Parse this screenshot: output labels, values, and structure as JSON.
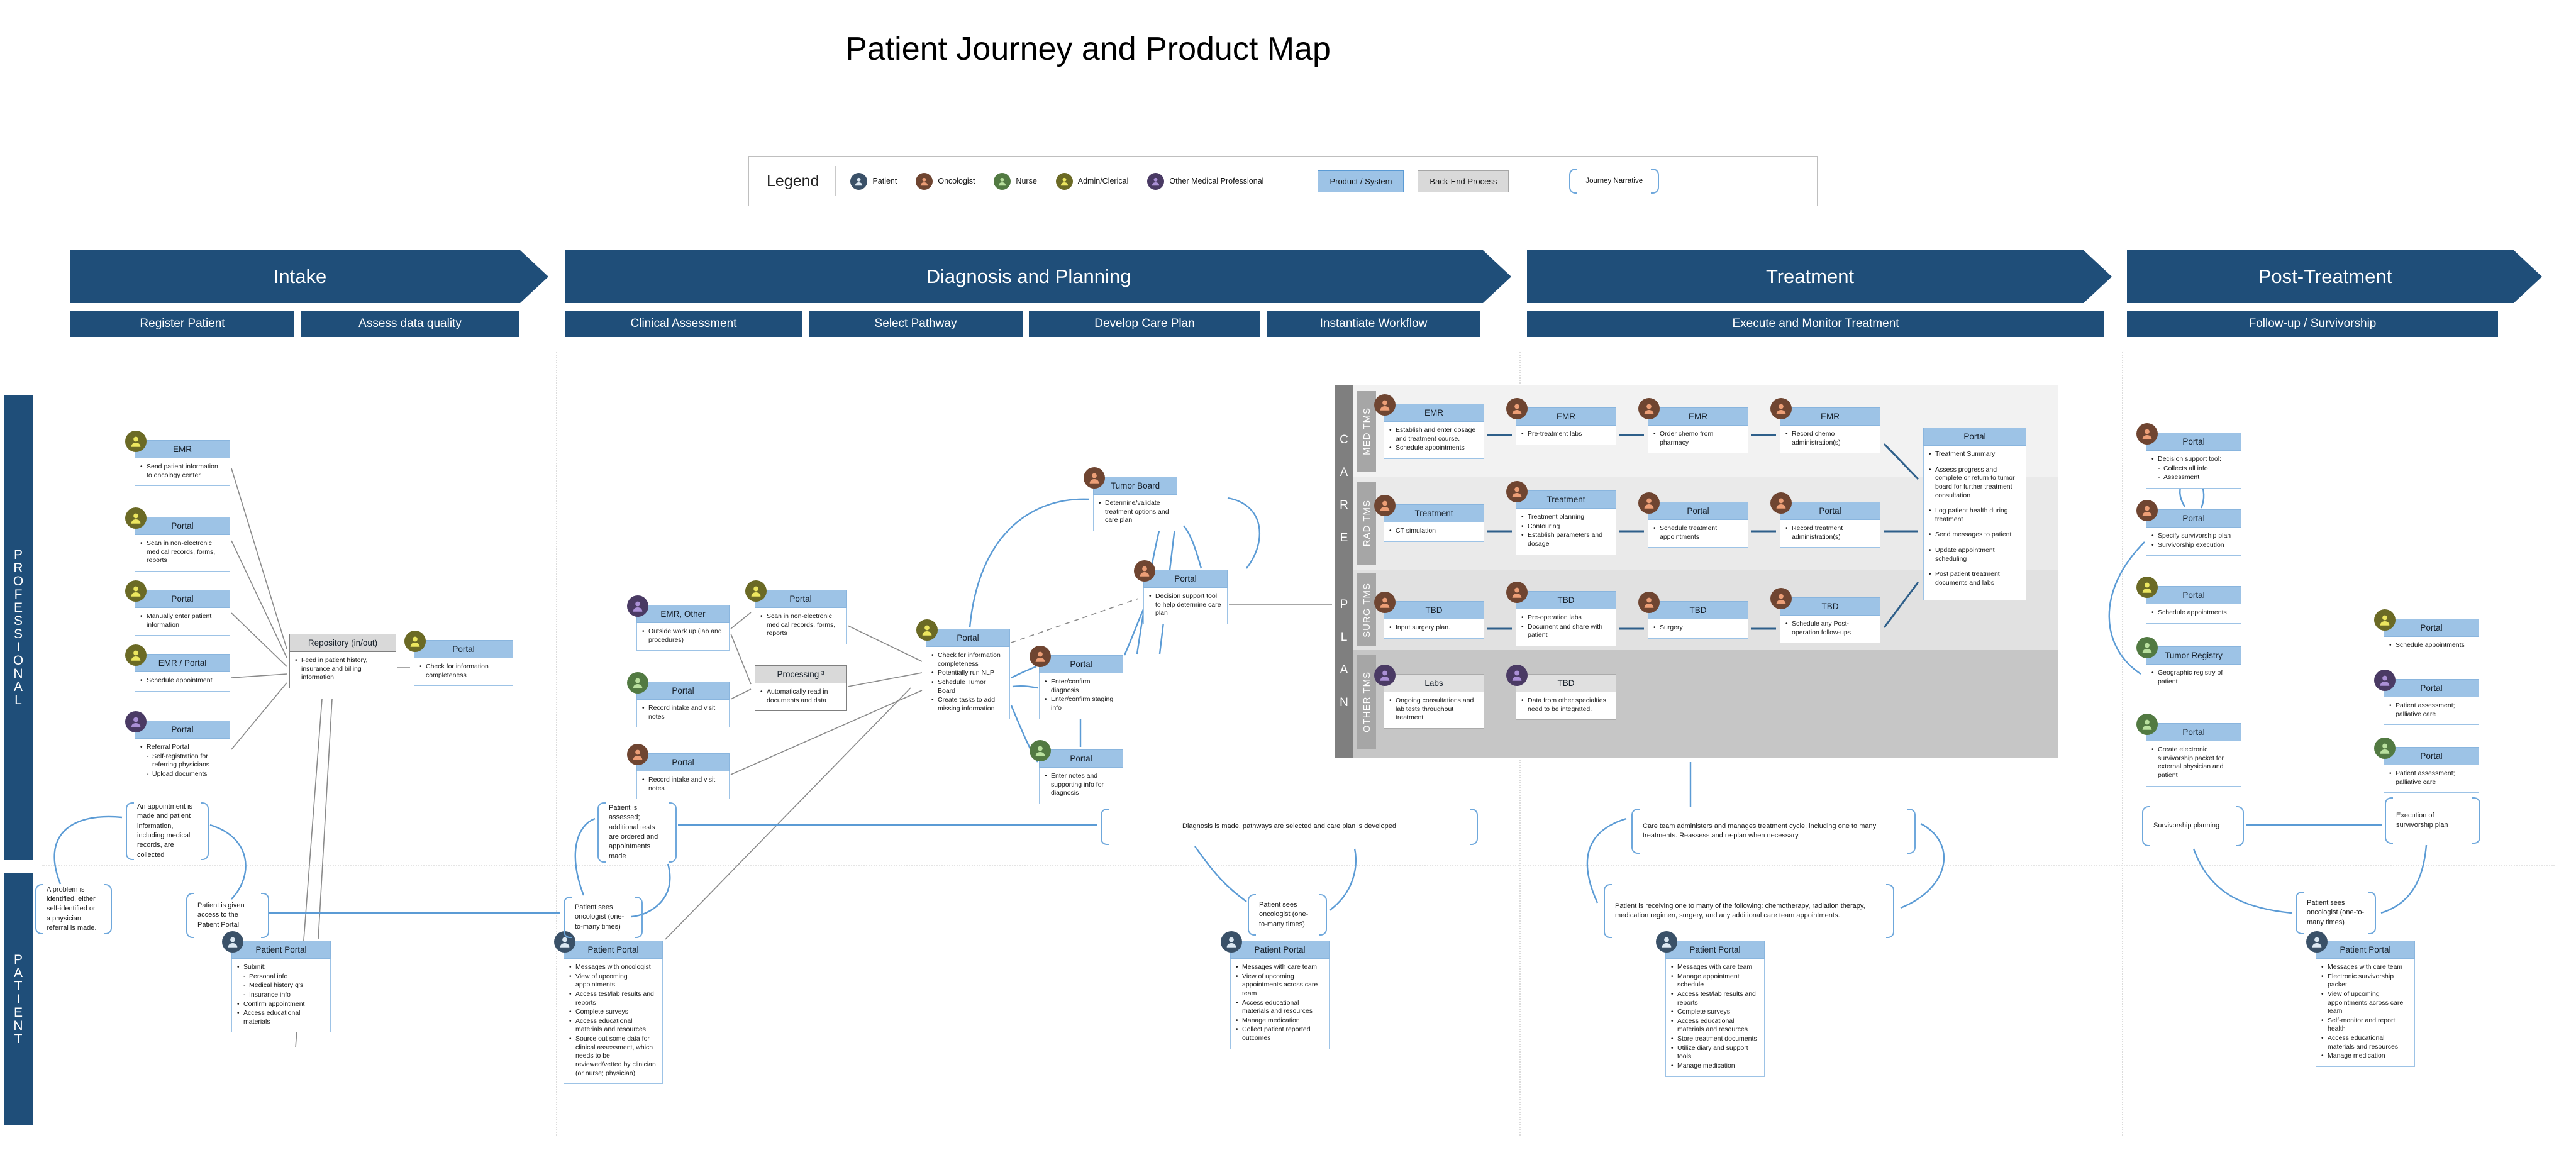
{
  "title": "Patient Journey and Product Map",
  "colors": {
    "phase_blue": "#1F4E79",
    "product_blue": "#9DC3E6",
    "backend_gray": "#D9D9D9",
    "narrative_blue": "#5B9BD5"
  },
  "personas": {
    "patient": {
      "label": "Patient",
      "circle": "#3a5168",
      "figure": "#dce8f2"
    },
    "oncologist": {
      "label": "Oncologist",
      "circle": "#6f4531",
      "figure": "#ec9e76"
    },
    "nurse": {
      "label": "Nurse",
      "circle": "#527a42",
      "figure": "#b9e09e"
    },
    "admin": {
      "label": "Admin/Clerical",
      "circle": "#6b6a25",
      "figure": "#ece65f"
    },
    "other": {
      "label": "Other Medical Professional",
      "circle": "#4a3a64",
      "figure": "#ab90d6"
    }
  },
  "legend": {
    "label": "Legend",
    "items": [
      "patient",
      "oncologist",
      "nurse",
      "admin",
      "other"
    ],
    "product_label": "Product / System",
    "backend_label": "Back-End Process",
    "narrative_label": "Journey Narrative"
  },
  "phases": [
    {
      "label": "Intake",
      "subs": [
        "Register Patient",
        "Assess data quality"
      ]
    },
    {
      "label": "Diagnosis and Planning",
      "subs": [
        "Clinical Assessment",
        "Select Pathway",
        "Develop Care Plan",
        "Instantiate Workflow"
      ]
    },
    {
      "label": "Treatment",
      "subs": [
        "Execute and Monitor Treatment"
      ]
    },
    {
      "label": "Post-Treatment",
      "subs": [
        "Follow-up / Survivorship"
      ]
    }
  ],
  "lanes": {
    "professional": "PROFESSIONAL",
    "patient": "PATIENT"
  },
  "care_plan": {
    "label": "CARE PLAN",
    "rows": [
      "MED TMS",
      "RAD TMS",
      "SURG TMS",
      "OTHER TMS"
    ]
  },
  "cards": {
    "intake_emr": {
      "persona": "admin",
      "title": "EMR",
      "bullets": [
        "Send patient information to oncology center"
      ]
    },
    "intake_portal_scan": {
      "persona": "admin",
      "title": "Portal",
      "bullets": [
        "Scan in non-electronic medical records, forms, reports"
      ]
    },
    "intake_portal_manual": {
      "persona": "admin",
      "title": "Portal",
      "bullets": [
        "Manually enter patient information"
      ]
    },
    "intake_emr_portal": {
      "persona": "admin",
      "title": "EMR / Portal",
      "bullets": [
        "Schedule appointment"
      ]
    },
    "intake_portal_referral": {
      "persona": "other",
      "title": "Portal",
      "bullets": [
        {
          "text": "Referral Portal",
          "sub": [
            "Self-registration for referring physicians",
            "Upload documents"
          ]
        }
      ]
    },
    "repository": {
      "type": "backend",
      "title": "Repository (in/out)",
      "bullets": [
        "Feed in patient history, insurance and billing information"
      ]
    },
    "intake_portal_check": {
      "persona": "admin",
      "title": "Portal",
      "bullets": [
        "Check for information completeness"
      ]
    },
    "intake_patient_portal": {
      "persona": "patient",
      "title": "Patient Portal",
      "bullets": [
        {
          "text": "Submit:",
          "sub": [
            "Personal info",
            "Medical history q’s",
            "Insurance info"
          ]
        },
        "Confirm appointment",
        "Access educational materials"
      ]
    },
    "diag_emr_other": {
      "persona": "other",
      "title": "EMR, Other",
      "bullets": [
        "Outside work up (lab and procedures)"
      ]
    },
    "diag_portal_scan": {
      "persona": "admin",
      "title": "Portal",
      "bullets": [
        "Scan in non-electronic medical records, forms, reports"
      ]
    },
    "diag_processing": {
      "type": "backend",
      "title": "Processing ³",
      "bullets": [
        "Automatically read in documents and data"
      ]
    },
    "diag_portal_nurse": {
      "persona": "nurse",
      "title": "Portal",
      "bullets": [
        "Record intake and visit notes"
      ]
    },
    "diag_portal_onc": {
      "persona": "oncologist",
      "title": "Portal",
      "bullets": [
        "Record intake and visit notes"
      ]
    },
    "diag_portal_hub": {
      "persona": "admin",
      "title": "Portal",
      "bullets": [
        "Check for information completeness",
        "Potentially run NLP",
        "Schedule Tumor Board",
        "Create tasks to add missing information"
      ]
    },
    "tumor_board": {
      "persona": "oncologist",
      "title": "Tumor Board",
      "bullets": [
        "Determine/validate treatment options and care plan"
      ]
    },
    "diag_portal_diag": {
      "persona": "oncologist",
      "title": "Portal",
      "bullets": [
        "Enter/confirm diagnosis",
        "Enter/confirm staging info"
      ]
    },
    "diag_portal_decision": {
      "persona": "oncologist",
      "title": "Portal",
      "bullets": [
        "Decision support tool to help determine care plan"
      ]
    },
    "diag_portal_notes": {
      "persona": "nurse",
      "title": "Portal",
      "bullets": [
        "Enter notes and supporting info for diagnosis"
      ]
    },
    "diag_patient_portal1": {
      "persona": "patient",
      "title": "Patient Portal",
      "bullets": [
        "Messages with oncologist",
        "View of upcoming appointments",
        "Access test/lab results and reports",
        "Complete surveys",
        "Access educational materials and resources",
        "Source out some data for clinical assessment, which needs to be reviewed/vetted by clinician (or nurse; physician)"
      ]
    },
    "diag_patient_portal2": {
      "persona": "patient",
      "title": "Patient Portal",
      "bullets": [
        "Messages with care team",
        "View of upcoming appointments across care team",
        "Access educational materials and resources",
        "Manage medication",
        "Collect patient reported outcomes"
      ]
    },
    "med1": {
      "persona": "oncologist",
      "title": "EMR",
      "bullets": [
        "Establish and enter dosage and treatment course.",
        "Schedule appointments"
      ]
    },
    "med2": {
      "persona": "oncologist",
      "title": "EMR",
      "bullets": [
        "Pre-treatment labs"
      ]
    },
    "med3": {
      "persona": "oncologist",
      "title": "EMR",
      "bullets": [
        "Order chemo from pharmacy"
      ]
    },
    "med4": {
      "persona": "oncologist",
      "title": "EMR",
      "bullets": [
        "Record chemo administration(s)"
      ]
    },
    "rad1": {
      "persona": "oncologist",
      "title": "Treatment",
      "bullets": [
        "CT simulation"
      ]
    },
    "rad2": {
      "persona": "oncologist",
      "title": "Treatment",
      "bullets": [
        "Treatment planning",
        "Contouring",
        "Establish parameters and dosage"
      ]
    },
    "rad3": {
      "persona": "oncologist",
      "title": "Portal",
      "bullets": [
        "Schedule treatment appointments"
      ]
    },
    "rad4": {
      "persona": "oncologist",
      "title": "Portal",
      "bullets": [
        "Record treatment administration(s)"
      ]
    },
    "surg1": {
      "persona": "oncologist",
      "title": "TBD",
      "bullets": [
        "Input surgery plan."
      ]
    },
    "surg2": {
      "persona": "oncologist",
      "title": "TBD",
      "bullets": [
        "Pre-operation labs",
        "Document and share with patient"
      ]
    },
    "surg3": {
      "persona": "oncologist",
      "title": "TBD",
      "bullets": [
        "Surgery"
      ]
    },
    "surg4": {
      "persona": "oncologist",
      "title": "TBD",
      "bullets": [
        "Schedule any Post-operation follow-ups"
      ]
    },
    "other1": {
      "persona": "other",
      "type": "gray",
      "title": "Labs",
      "bullets": [
        "Ongoing consultations and lab tests throughout treatment"
      ]
    },
    "other2": {
      "persona": "other",
      "type": "gray",
      "title": "TBD",
      "bullets": [
        "Data from other specialties need to be integrated."
      ]
    },
    "treat_summary_portal": {
      "title": "Portal",
      "spaced": true,
      "bullets": [
        "Treatment Summary",
        "Assess progress and complete or return to tumor board for further treatment consultation",
        "Log patient health during treatment",
        "Send messages to patient",
        "Update appointment scheduling",
        "Post patient treatment documents and labs"
      ]
    },
    "treat_patient_portal": {
      "persona": "patient",
      "title": "Patient Portal",
      "bullets": [
        "Messages with care team",
        "Manage appointment schedule",
        "Access test/lab results and reports",
        "Complete surveys",
        "Access educational materials and resources",
        "Store treatment documents",
        "Utilize diary and support tools",
        "Manage medication"
      ]
    },
    "pt_decision": {
      "persona": "oncologist",
      "title": "Portal",
      "bullets": [
        {
          "text": "Decision support tool:",
          "sub": [
            "Collects all info",
            "Assessment"
          ]
        }
      ]
    },
    "pt_surviv": {
      "persona": "oncologist",
      "title": "Portal",
      "bullets": [
        "Specify survivorship plan",
        "Survivorship execution"
      ]
    },
    "pt_sched1": {
      "persona": "admin",
      "title": "Portal",
      "bullets": [
        "Schedule appointments"
      ]
    },
    "pt_registry": {
      "persona": "nurse",
      "title": "Tumor Registry",
      "bullets": [
        "Geographic registry of patient"
      ]
    },
    "pt_packet": {
      "persona": "nurse",
      "title": "Portal",
      "bullets": [
        "Create electronic survivorship packet for external physician and patient"
      ]
    },
    "pt_sched2": {
      "persona": "admin",
      "title": "Portal",
      "bullets": [
        "Schedule appointments"
      ]
    },
    "pt_assess_other": {
      "persona": "other",
      "title": "Portal",
      "bullets": [
        "Patient assessment; palliative care"
      ]
    },
    "pt_assess_nurse": {
      "persona": "nurse",
      "title": "Portal",
      "bullets": [
        "Patient assessment; palliative care"
      ]
    },
    "pt_patient_portal": {
      "persona": "patient",
      "title": "Patient Portal",
      "bullets": [
        "Messages with care team",
        "Electronic survivorship packet",
        "View of upcoming appointments across care team",
        "Self-monitor and report health",
        "Access educational materials and resources",
        "Manage medication"
      ]
    }
  },
  "narratives": {
    "n_problem": "A problem is identified, either self-identified or a physician referral is made.",
    "n_appt": "An appointment is made and patient information, including medical records, are collected",
    "n_access": "Patient is given access to the Patient Portal",
    "n_assessed": "Patient is assessed; additional tests are ordered and appointments made",
    "n_sees1": "Patient sees oncologist (one-to-many times)",
    "n_diagmade": "Diagnosis is made, pathways are selected and care plan is developed",
    "n_sees2": "Patient sees oncologist (one-to-many times)",
    "n_care": "Care team administers and manages treatment cycle, including one to many treatments.  Reassess and re-plan when necessary.",
    "n_receiving": "Patient is receiving one to many of the following: chemotherapy, radiation therapy, medication regimen, surgery, and any additional care team appointments.",
    "n_planning": "Survivorship planning",
    "n_exec": "Execution of survivorship plan",
    "n_sees3": "Patient sees oncologist (one-to-many times)"
  }
}
